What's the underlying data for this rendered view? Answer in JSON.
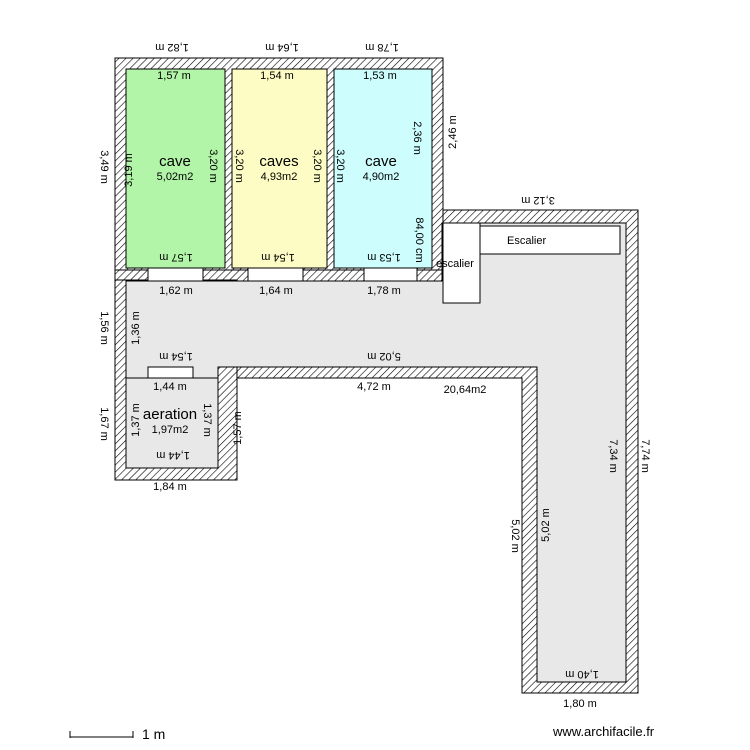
{
  "rooms": {
    "cave1": {
      "name": "cave",
      "area": "5,02m2",
      "fill": "#b3f5a8"
    },
    "caves": {
      "name": "caves",
      "area": "4,93m2",
      "fill": "#fdfcc4"
    },
    "cave3": {
      "name": "cave",
      "area": "4,90m2",
      "fill": "#cdfdfd"
    },
    "aeration": {
      "name": "aeration",
      "area": "1,97m2",
      "fill": "#e8e8e8"
    },
    "corridor": {
      "area": "20,64m2",
      "fill": "#e8e8e8"
    },
    "escalier": {
      "label": "Escalier",
      "small_label": "escalier"
    }
  },
  "dimensions": {
    "top_1": "1,82 m",
    "top_2": "1,64 m",
    "top_3": "1,78 m",
    "in_top_1": "1,57 m",
    "in_top_2": "1,54 m",
    "in_top_3": "1,53 m",
    "left_total": "3,49 m",
    "right_upper": "2,46 m",
    "in_left_1": "3,19 m",
    "in_right_1": "3,20 m",
    "in_left_2": "3,20 m",
    "in_right_2": "3,20 m",
    "in_right_3": "2,36 m",
    "stair_dim": "84,00 cm",
    "in_bot_1": "1,57 m",
    "in_bot_2": "1,54 m",
    "in_bot_3": "1,53 m",
    "cor_top_1": "1,62 m",
    "cor_top_2": "1,64 m",
    "cor_top_3": "1,78 m",
    "right_top": "3,12 m",
    "left_mid": "1,56 m",
    "in_left_mid": "1,36 m",
    "aer_top_rev": "1,54 m",
    "cor_bot": "5,02 m",
    "cor_bot_in": "4,72 m",
    "aer_top": "1,44 m",
    "aer_left": "1,37 m",
    "aer_right": "1,37 m",
    "aer_right_out": "1,57 m",
    "aer_bot": "1,44 m",
    "left_aer": "1,67 m",
    "aer_out_bot": "1,84 m",
    "right_in": "7,34 m",
    "right_out": "7,74 m",
    "leg_left_out": "5,02 m",
    "leg_left_in": "5,02 m",
    "leg_bot_in": "1,40 m",
    "leg_bot_out": "1,80 m"
  },
  "scale": {
    "label": "1 m"
  },
  "credit": "www.archifacile.fr"
}
